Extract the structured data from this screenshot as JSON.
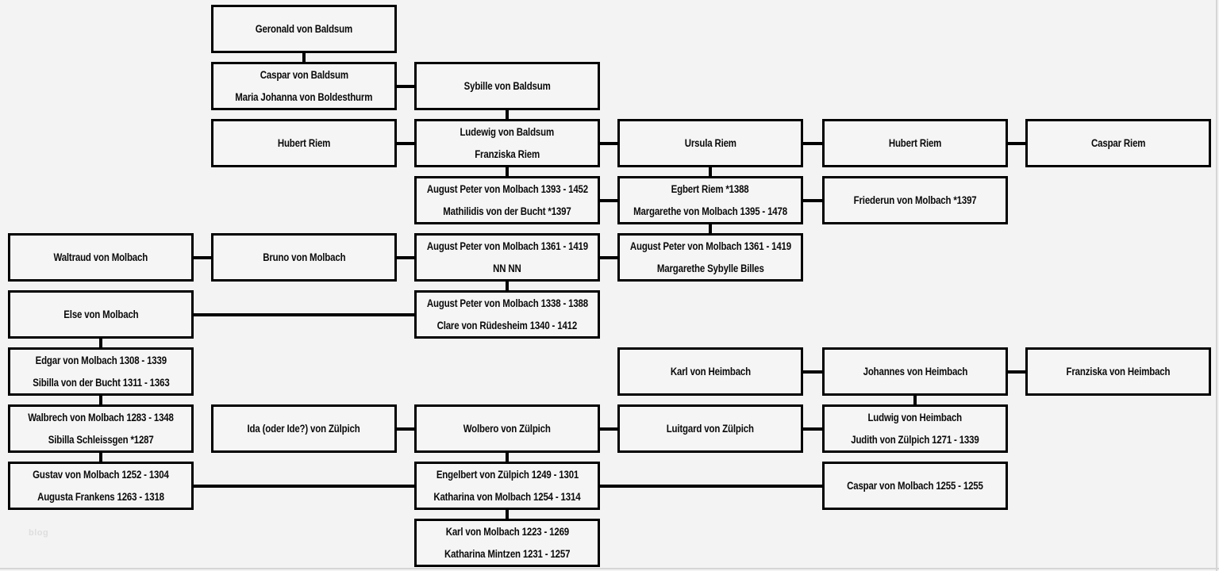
{
  "diagram": {
    "type": "family-tree",
    "watermark": "blog",
    "colors": {
      "background": "#f3f3f3",
      "box_fill": "#f5f5f5",
      "line": "#000000",
      "text": "#0a0a0a",
      "edge": "#d6d6d6",
      "watermark": "#dedede"
    },
    "nodes": [
      {
        "id": "geronald-von-baldsum",
        "col": 2,
        "row": 1,
        "lines": [
          "Geronald von Baldsum"
        ]
      },
      {
        "id": "caspar-maria-baldsum",
        "col": 2,
        "row": 2,
        "lines": [
          "Caspar von Baldsum",
          "Maria Johanna von Boldesthurm"
        ]
      },
      {
        "id": "sybille-von-baldsum",
        "col": 3,
        "row": 2,
        "lines": [
          "Sybille von Baldsum"
        ]
      },
      {
        "id": "hubert-riem-left",
        "col": 2,
        "row": 3,
        "lines": [
          "Hubert Riem"
        ]
      },
      {
        "id": "ludewig-franziska",
        "col": 3,
        "row": 3,
        "lines": [
          "Ludewig von Baldsum",
          "Franziska Riem"
        ]
      },
      {
        "id": "ursula-riem",
        "col": 4,
        "row": 3,
        "lines": [
          "Ursula Riem"
        ]
      },
      {
        "id": "hubert-riem-right",
        "col": 5,
        "row": 3,
        "lines": [
          "Hubert Riem"
        ]
      },
      {
        "id": "caspar-riem",
        "col": 6,
        "row": 3,
        "lines": [
          "Caspar Riem"
        ]
      },
      {
        "id": "august-peter-1393",
        "col": 3,
        "row": 4,
        "lines": [
          "August Peter von Molbach 1393 - 1452",
          "Mathilidis von der Bucht *1397"
        ]
      },
      {
        "id": "egbert-riem",
        "col": 4,
        "row": 4,
        "lines": [
          "Egbert Riem *1388",
          "Margarethe von Molbach 1395 - 1478"
        ]
      },
      {
        "id": "friederun-von-molbach",
        "col": 5,
        "row": 4,
        "lines": [
          "Friederun von Molbach *1397"
        ]
      },
      {
        "id": "waltraud-von-molbach",
        "col": 1,
        "row": 5,
        "lines": [
          "Waltraud von Molbach"
        ]
      },
      {
        "id": "bruno-von-molbach",
        "col": 2,
        "row": 5,
        "lines": [
          "Bruno von Molbach"
        ]
      },
      {
        "id": "august-peter-1361-nn",
        "col": 3,
        "row": 5,
        "lines": [
          "August Peter von Molbach 1361 - 1419",
          "NN NN"
        ]
      },
      {
        "id": "august-peter-1361-billes",
        "col": 4,
        "row": 5,
        "lines": [
          "August Peter von Molbach 1361 - 1419",
          "Margarethe Sybylle Billes"
        ]
      },
      {
        "id": "else-von-molbach",
        "col": 1,
        "row": 6,
        "lines": [
          "Else von Molbach"
        ]
      },
      {
        "id": "august-peter-1338",
        "col": 3,
        "row": 6,
        "lines": [
          "August Peter von Molbach 1338 - 1388",
          "Clare von Rüdesheim 1340 - 1412"
        ]
      },
      {
        "id": "edgar-von-molbach",
        "col": 1,
        "row": 7,
        "lines": [
          "Edgar von Molbach 1308 - 1339",
          "Sibilla von der Bucht 1311 - 1363"
        ]
      },
      {
        "id": "karl-von-heimbach",
        "col": 4,
        "row": 7,
        "lines": [
          "Karl von Heimbach"
        ]
      },
      {
        "id": "johannes-von-heimbach",
        "col": 5,
        "row": 7,
        "lines": [
          "Johannes von Heimbach"
        ]
      },
      {
        "id": "franziska-von-heimbach",
        "col": 6,
        "row": 7,
        "lines": [
          "Franziska von Heimbach"
        ]
      },
      {
        "id": "walbrech-von-molbach",
        "col": 1,
        "row": 8,
        "lines": [
          "Walbrech von Molbach 1283 - 1348",
          "Sibilla Schleissgen *1287"
        ]
      },
      {
        "id": "ida-von-zuelpich",
        "col": 2,
        "row": 8,
        "lines": [
          "Ida (oder Ide?) von Zülpich"
        ]
      },
      {
        "id": "wolbero-von-zuelpich",
        "col": 3,
        "row": 8,
        "lines": [
          "Wolbero von Zülpich"
        ]
      },
      {
        "id": "luitgard-von-zuelpich",
        "col": 4,
        "row": 8,
        "lines": [
          "Luitgard von Zülpich"
        ]
      },
      {
        "id": "ludwig-judith-heimbach",
        "col": 5,
        "row": 8,
        "lines": [
          "Ludwig von Heimbach",
          "Judith von Zülpich 1271 - 1339"
        ]
      },
      {
        "id": "gustav-von-molbach",
        "col": 1,
        "row": 9,
        "lines": [
          "Gustav von Molbach 1252 - 1304",
          "Augusta Frankens 1263 - 1318"
        ]
      },
      {
        "id": "engelbert-von-zuelpich",
        "col": 3,
        "row": 9,
        "lines": [
          "Engelbert von Zülpich 1249 - 1301",
          "Katharina von Molbach 1254 - 1314"
        ]
      },
      {
        "id": "caspar-von-molbach-1255",
        "col": 5,
        "row": 9,
        "lines": [
          "Caspar von Molbach 1255 - 1255"
        ]
      },
      {
        "id": "karl-von-molbach-1223",
        "col": 3,
        "row": 10,
        "lines": [
          "Karl von Molbach 1223 - 1269",
          "Katharina Mintzen 1231 - 1257"
        ]
      }
    ],
    "connectors": {
      "vertical": [
        {
          "col": 2,
          "from_row": 1,
          "to_row": 2
        },
        {
          "col": 3,
          "from_row": 2,
          "to_row": 3
        },
        {
          "col": 3,
          "from_row": 3,
          "to_row": 4
        },
        {
          "col": 4,
          "from_row": 3,
          "to_row": 4
        },
        {
          "col": 4,
          "from_row": 4,
          "to_row": 5
        },
        {
          "col": 3,
          "from_row": 5,
          "to_row": 6
        },
        {
          "col": 1,
          "from_row": 6,
          "to_row": 7
        },
        {
          "col": 1,
          "from_row": 7,
          "to_row": 8
        },
        {
          "col": 1,
          "from_row": 8,
          "to_row": 9
        },
        {
          "col": 5,
          "from_row": 7,
          "to_row": 8
        },
        {
          "col": 3,
          "from_row": 8,
          "to_row": 9
        },
        {
          "col": 3,
          "from_row": 9,
          "to_row": 10
        }
      ],
      "horizontal": [
        {
          "row": 2,
          "from_col": 2,
          "to_col": 3
        },
        {
          "row": 3,
          "from_col": 2,
          "to_col": 3
        },
        {
          "row": 3,
          "from_col": 3,
          "to_col": 4
        },
        {
          "row": 3,
          "from_col": 4,
          "to_col": 5
        },
        {
          "row": 3,
          "from_col": 5,
          "to_col": 6
        },
        {
          "row": 4,
          "from_col": 3,
          "to_col": 4
        },
        {
          "row": 4,
          "from_col": 4,
          "to_col": 5
        },
        {
          "row": 5,
          "from_col": 1,
          "to_col": 2
        },
        {
          "row": 5,
          "from_col": 2,
          "to_col": 3
        },
        {
          "row": 5,
          "from_col": 3,
          "to_col": 4
        },
        {
          "row": 6,
          "from_col": 1,
          "to_col": 3
        },
        {
          "row": 7,
          "from_col": 4,
          "to_col": 5
        },
        {
          "row": 7,
          "from_col": 5,
          "to_col": 6
        },
        {
          "row": 8,
          "from_col": 2,
          "to_col": 3
        },
        {
          "row": 8,
          "from_col": 3,
          "to_col": 4
        },
        {
          "row": 8,
          "from_col": 4,
          "to_col": 5
        },
        {
          "row": 9,
          "from_col": 1,
          "to_col": 3
        },
        {
          "row": 9,
          "from_col": 3,
          "to_col": 5
        }
      ]
    }
  }
}
